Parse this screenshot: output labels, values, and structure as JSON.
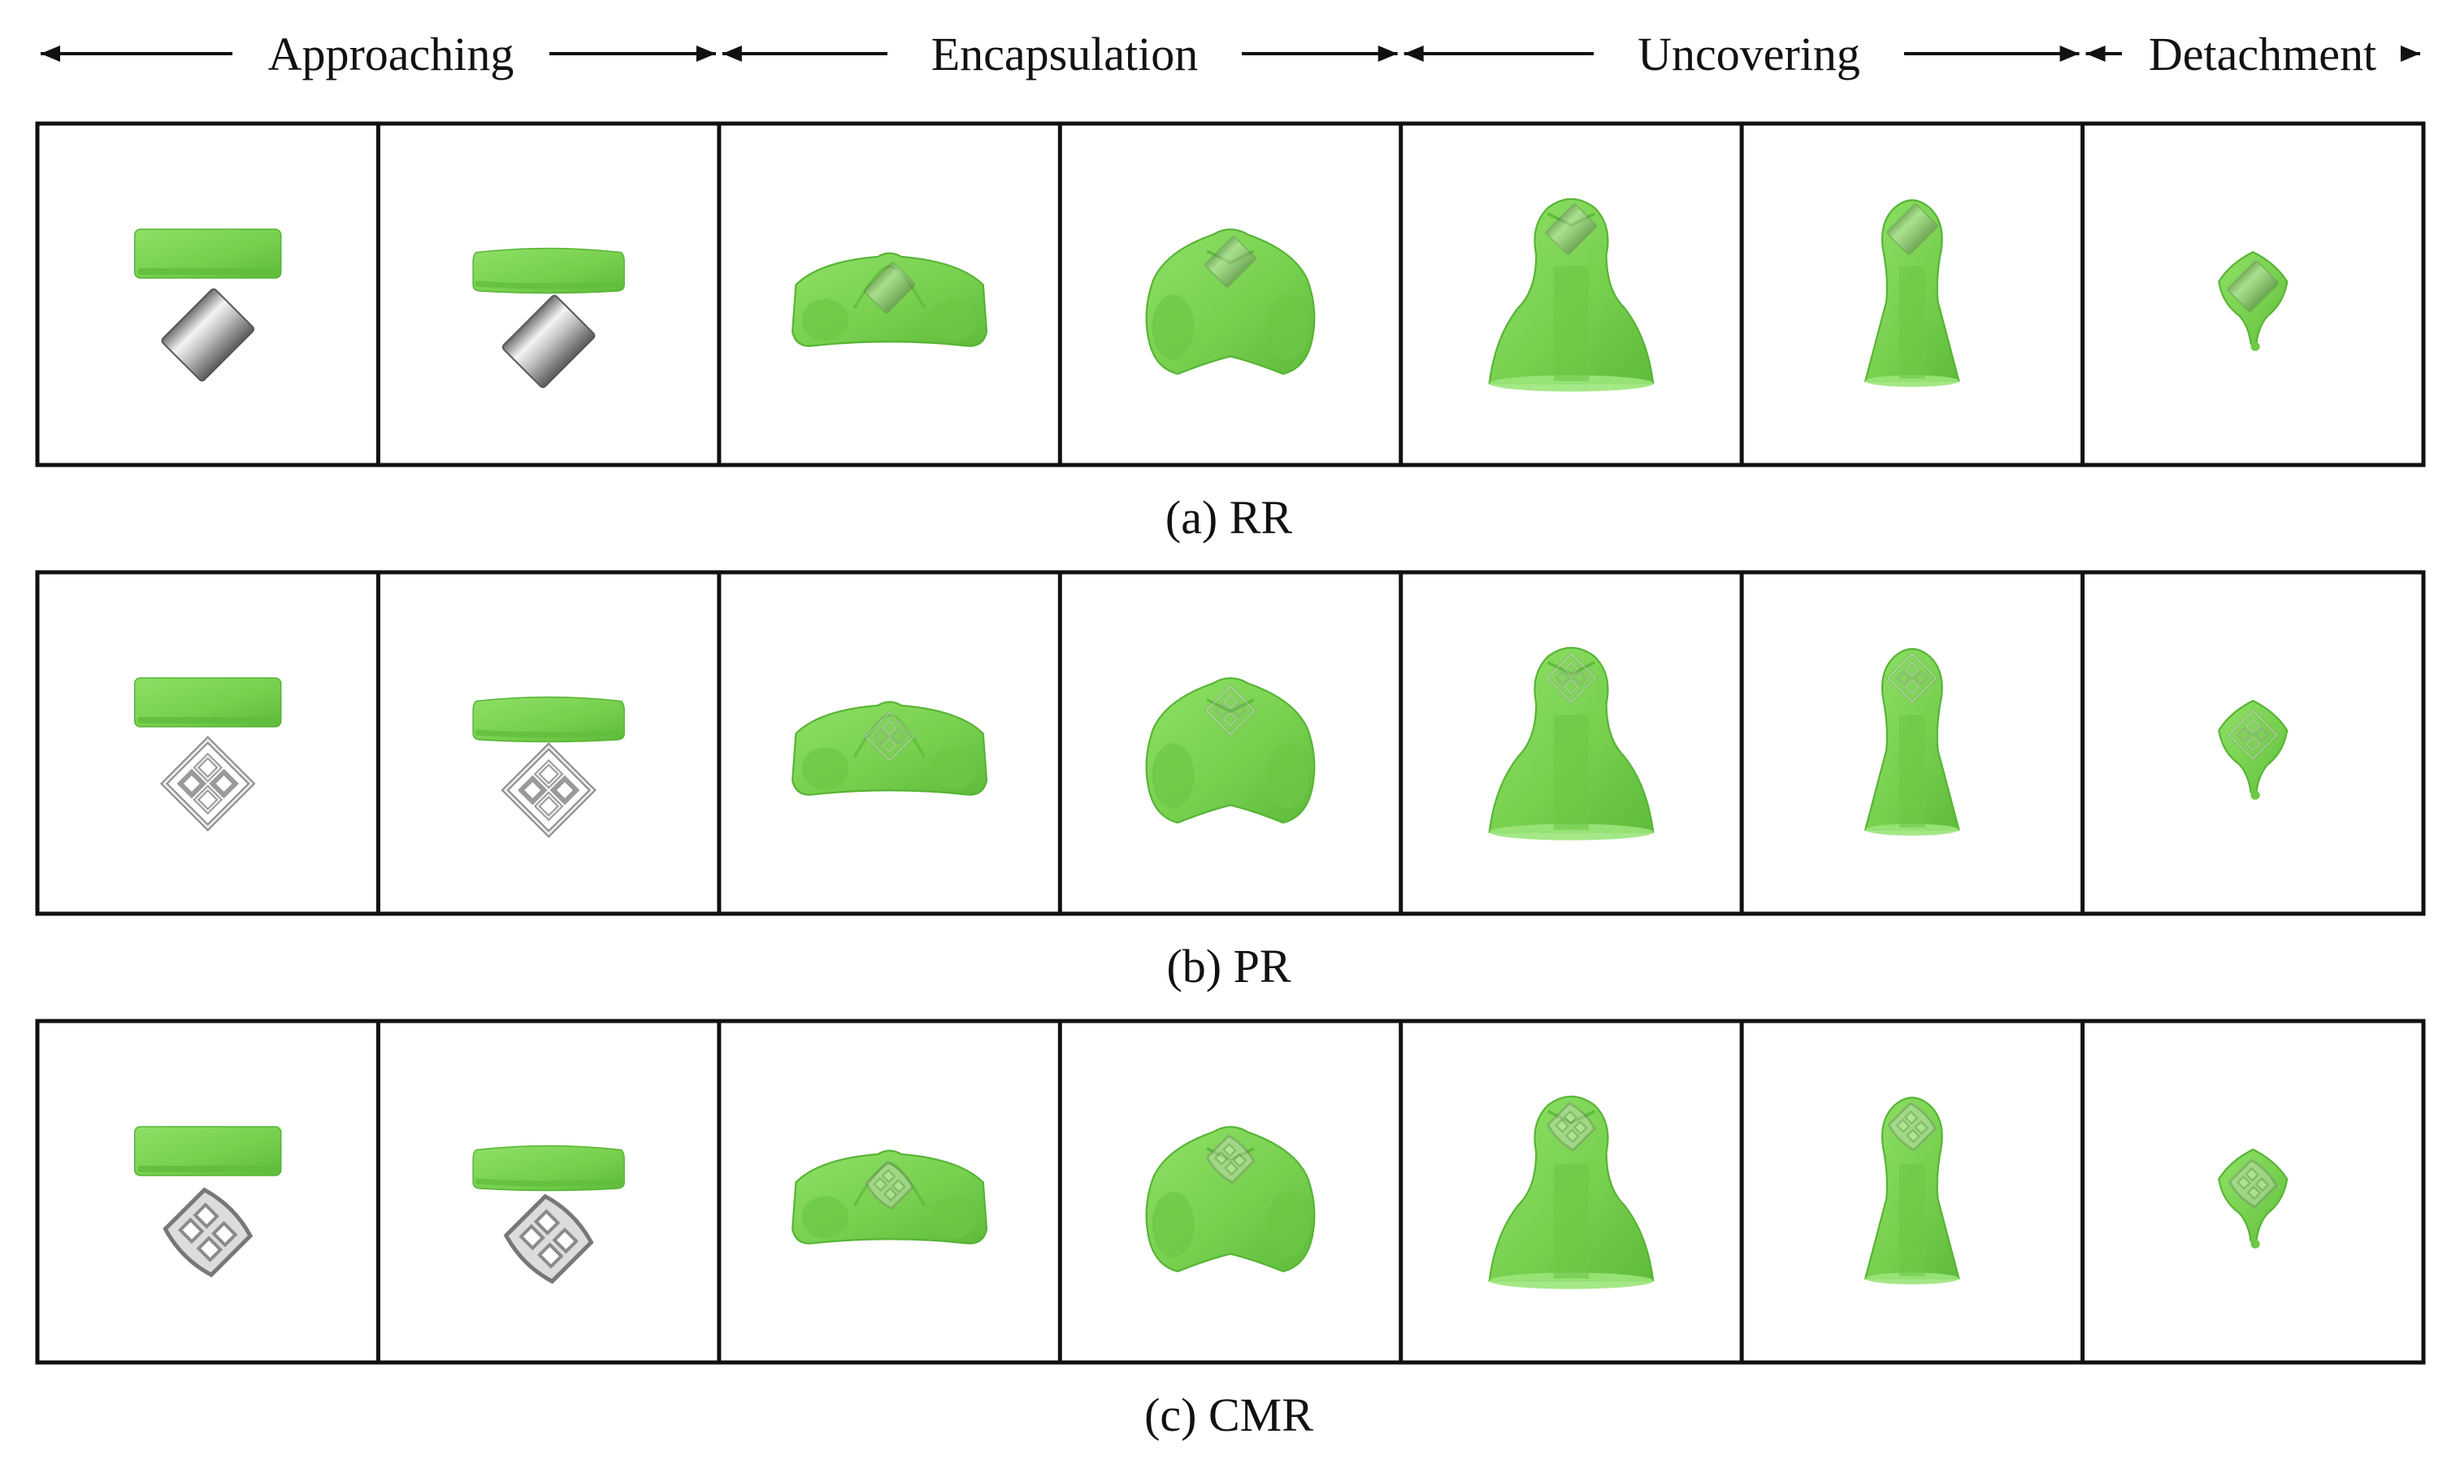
{
  "stages": [
    {
      "label": "Approaching",
      "columns": [
        0,
        1
      ]
    },
    {
      "label": "Encapsulation",
      "columns": [
        2,
        3
      ]
    },
    {
      "label": "Uncovering",
      "columns": [
        4,
        5
      ]
    },
    {
      "label": "Detachment",
      "columns": [
        6
      ]
    }
  ],
  "rows": [
    {
      "caption": "(a) RR",
      "robot": "cylinder"
    },
    {
      "caption": "(b) PR",
      "robot": "lattice"
    },
    {
      "caption": "(c) CMR",
      "robot": "cage"
    }
  ],
  "frames_per_row": 7,
  "colors": {
    "droplet": "#7fd557",
    "droplet_edge": "#4fae33",
    "robot": "#b8b8b8",
    "frame_border": "#111111"
  }
}
